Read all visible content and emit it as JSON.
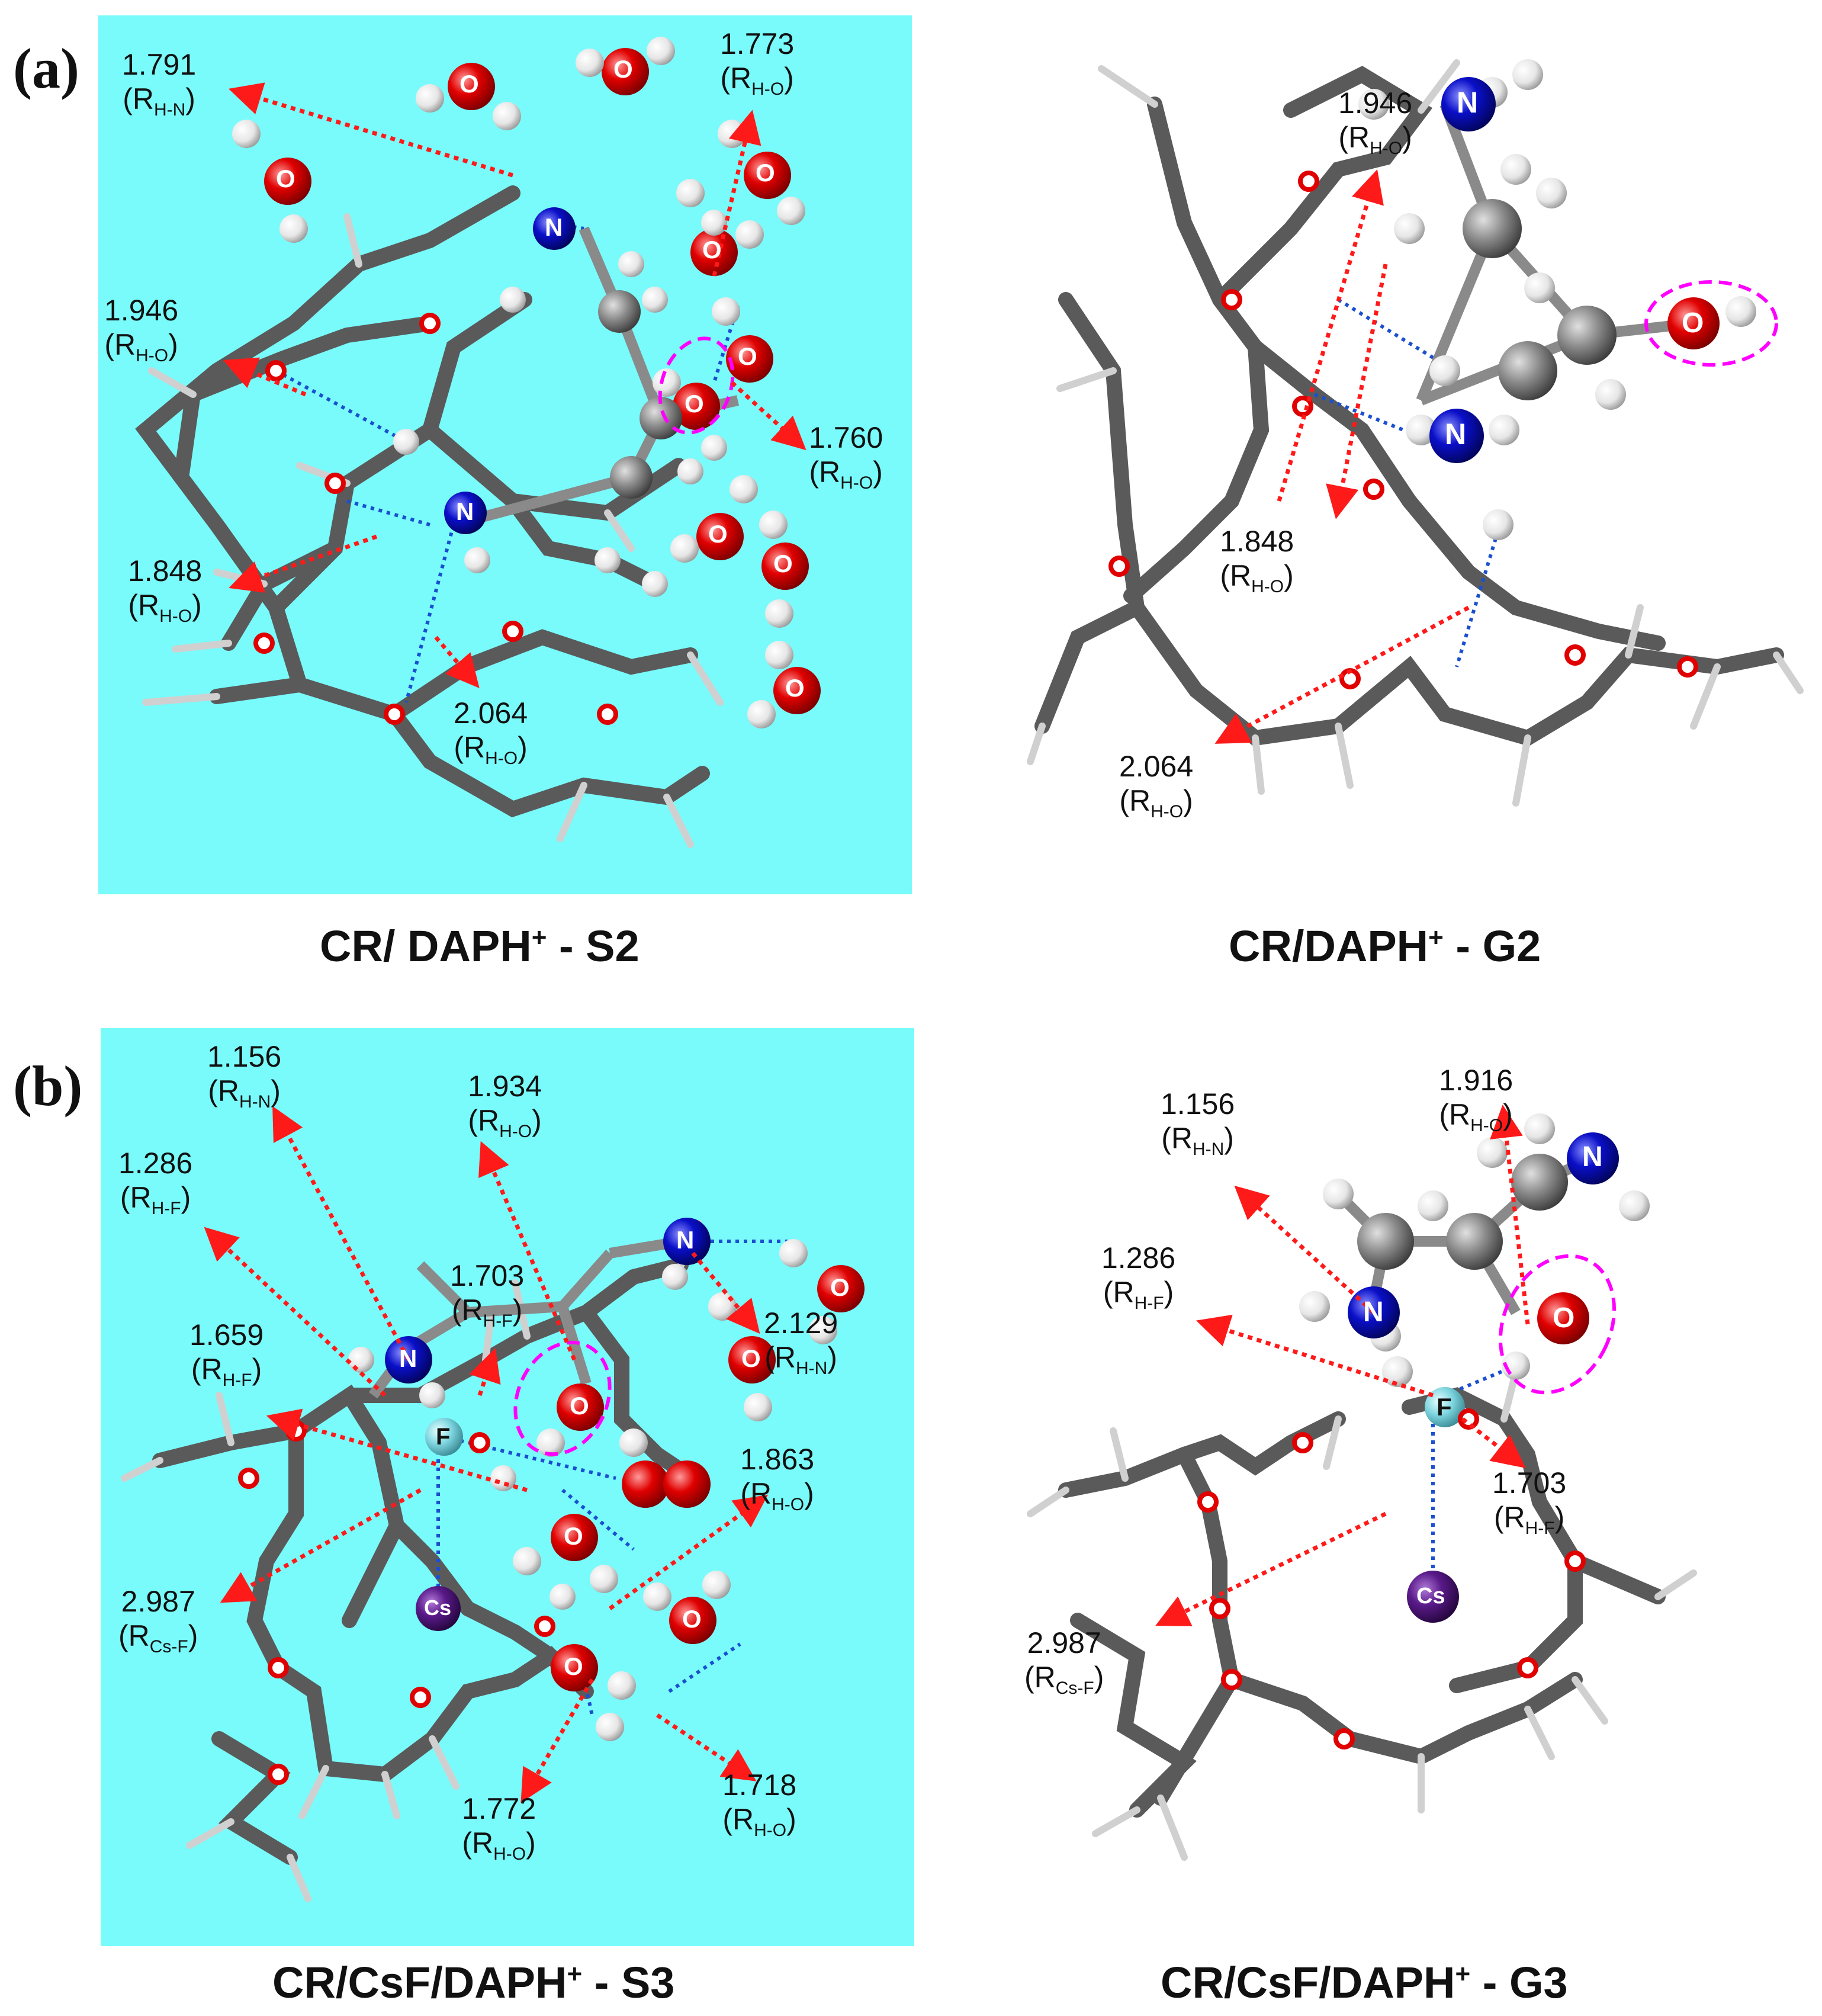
{
  "panel_labels": {
    "a": "(a)",
    "b": "(b)"
  },
  "captions": {
    "s2": {
      "pre": "CR/ DAPH",
      "sup": "+",
      "post": " - S2"
    },
    "g2": {
      "pre": "CR/DAPH",
      "sup": "+",
      "post": " - G2"
    },
    "s3": {
      "pre": "CR/CsF/DAPH",
      "sup": "+",
      "post": " - S3"
    },
    "g3": {
      "pre": "CR/CsF/DAPH",
      "sup": "+",
      "post": " -  G3"
    }
  },
  "atom_labels": {
    "O": "O",
    "N": "N",
    "F": "F",
    "Cs": "Cs"
  },
  "annotations": {
    "s2": [
      {
        "value": "1.791",
        "sub": "H-N"
      },
      {
        "value": "1.773",
        "sub": "H-O"
      },
      {
        "value": "1.946",
        "sub": "H-O"
      },
      {
        "value": "1.760",
        "sub": "H-O"
      },
      {
        "value": "1.848",
        "sub": "H-O"
      },
      {
        "value": "2.064",
        "sub": "H-O"
      }
    ],
    "g2": [
      {
        "value": "1.946",
        "sub": "H-O"
      },
      {
        "value": "1.848",
        "sub": "H-O"
      },
      {
        "value": "2.064",
        "sub": "H-O"
      }
    ],
    "s3": [
      {
        "value": "1.156",
        "sub": "H-N"
      },
      {
        "value": "1.934",
        "sub": "H-O"
      },
      {
        "value": "1.286",
        "sub": "H-F"
      },
      {
        "value": "1.703",
        "sub": "H-F"
      },
      {
        "value": "2.129",
        "sub": "H-N"
      },
      {
        "value": "1.659",
        "sub": "H-F"
      },
      {
        "value": "1.863",
        "sub": "H-O"
      },
      {
        "value": "2.987",
        "sub": "Cs-F"
      },
      {
        "value": "1.772",
        "sub": "H-O"
      },
      {
        "value": "1.718",
        "sub": "H-O"
      }
    ],
    "g3": [
      {
        "value": "1.156",
        "sub": "H-N"
      },
      {
        "value": "1.916",
        "sub": "H-O"
      },
      {
        "value": "1.286",
        "sub": "H-F"
      },
      {
        "value": "1.703",
        "sub": "H-F"
      },
      {
        "value": "2.987",
        "sub": "Cs-F"
      }
    ]
  },
  "colors": {
    "solvent_background": "#79fbfb",
    "oxygen": "#e00000",
    "nitrogen": "#0a0fc8",
    "fluorine": "#7fd6e0",
    "cesium": "#5a1a8a",
    "carbon": "#8a8a8a",
    "hydrogen": "#e8e8e8",
    "distance_arrow": "#ff1a1a",
    "hbond": "#1a4fd0",
    "highlight": "#ff00ff"
  }
}
